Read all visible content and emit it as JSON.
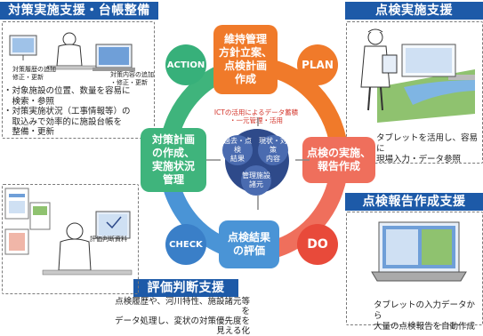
{
  "headers": {
    "top_left": "対策実施支援・台帳整備",
    "top_right": "点検実施支援",
    "mid_right": "点検報告作成支援",
    "bottom_center": "評価判断支援"
  },
  "top_left": {
    "screen_caption_left": [
      "対策履歴の追加",
      "修正・更新"
    ],
    "screen_caption_right": [
      "対策内容の追加",
      "・修正・更新"
    ],
    "bullets": [
      "・対象施設の位置、数量を容易に",
      "　検索・参照",
      "・対策実施状況（工事情報等）の",
      "　取込みで効率的に施設台帳を",
      "　整備・更新"
    ]
  },
  "top_right": {
    "caption": [
      "タブレットを活用し、容易に",
      "現場入力・データ参照"
    ]
  },
  "mid_right": {
    "caption": [
      "タブレットの入力データから",
      "大量の点検報告を自動作成"
    ]
  },
  "bottom_center": {
    "caption": [
      "点検履歴や、河川特性、施設諸元等を",
      "データ処理し、変状の対策優先度を",
      "見える化"
    ]
  },
  "bottom_left": {
    "caption": "評価判断資料"
  },
  "cycle": {
    "plan_box": [
      "維持管理",
      "方針立案、",
      "点検計画",
      "作成"
    ],
    "do_box": [
      "点検の実施、",
      "報告作成"
    ],
    "check_box": [
      "点検結果",
      "の評価"
    ],
    "action_box": [
      "対策計画",
      "の作成、",
      "実施状況",
      "管理"
    ],
    "letters": {
      "action": "ACTION",
      "plan": "PLAN",
      "check": "CHECK",
      "do": "DO"
    },
    "ict_text": [
      "ICTの活用によるデータ蓄積",
      "・一元管理・活用"
    ],
    "bubbles": [
      [
        "過去・点検",
        "結果"
      ],
      [
        "現状・対策",
        "内容"
      ],
      [
        "管理施設",
        "諸元"
      ]
    ]
  },
  "colors": {
    "header_blue": "#1d5aa8",
    "plan_orange": "#f07a2a",
    "do_red": "#e84a3a",
    "check_blue": "#3a7fc8",
    "action_green": "#37b07a",
    "plan_box": "#f07a2a",
    "do_box": "#ef6f5c",
    "check_box": "#4a94d6",
    "action_box": "#3fb47c"
  },
  "icons": [
    "person-at-computer-icon",
    "tablet-worker-icon",
    "laptop-icon",
    "doc-sheets-icon",
    "river-landscape-icon"
  ]
}
